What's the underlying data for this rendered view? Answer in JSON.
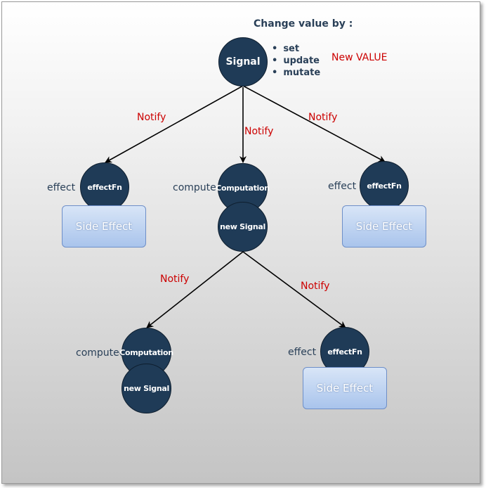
{
  "heading": "Change value by :",
  "methods": [
    "set",
    "update",
    "mutate"
  ],
  "new_value_label": "New VALUE",
  "root": {
    "label": "Signal"
  },
  "notify_label": "Notify",
  "left_branch": {
    "tag": "effect",
    "node": "effectFn",
    "box": "Side Effect"
  },
  "middle_branch": {
    "tag": "computed",
    "node": "Computation",
    "signal": "new Signal"
  },
  "right_branch": {
    "tag": "effect",
    "node": "effectFn",
    "box": "Side Effect"
  },
  "lower_left": {
    "tag": "computed",
    "node": "Computation",
    "signal": "new Signal"
  },
  "lower_right": {
    "tag": "effect",
    "node": "effectFn",
    "box": "Side Effect"
  },
  "colors": {
    "node_fill": "#1f3b57",
    "notify_text": "#cc0000",
    "label_text": "#2a4058",
    "side_effect_fill": "#a9c4ec"
  }
}
